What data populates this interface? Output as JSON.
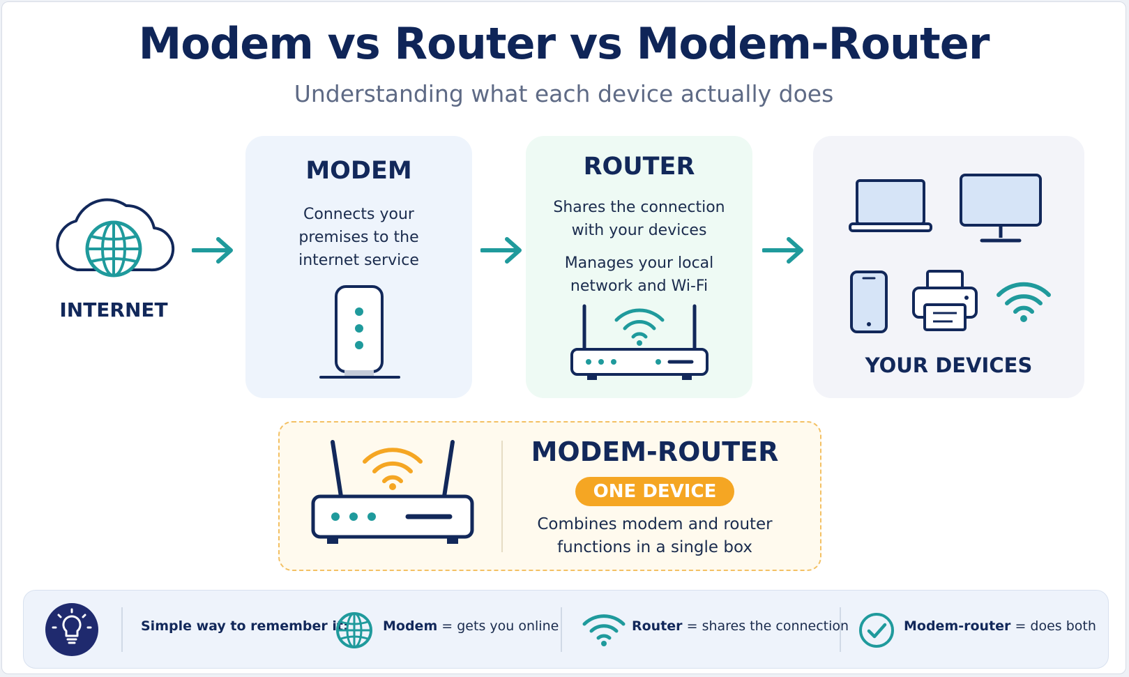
{
  "title": "Modem vs Router vs Modem-Router",
  "subtitle": "Understanding what each device actually does",
  "internet": {
    "label": "INTERNET"
  },
  "modem": {
    "heading": "MODEM",
    "description_lines": [
      "Connects your",
      "premises to the",
      "internet service"
    ]
  },
  "router": {
    "heading": "ROUTER",
    "description_lines": [
      "Shares the connection",
      "with your devices"
    ],
    "description2_lines": [
      "Manages your local",
      "network and Wi-Fi"
    ]
  },
  "devices": {
    "label": "YOUR DEVICES"
  },
  "modem_router": {
    "heading": "MODEM-ROUTER",
    "badge": "ONE DEVICE",
    "description_lines": [
      "Combines modem and router",
      "functions in a single box"
    ]
  },
  "tips": {
    "lead": "Simple way to remember it:",
    "items": [
      {
        "term": "Modem",
        "sep": " = ",
        "meaning": "gets you online"
      },
      {
        "term": "Router",
        "sep": " = ",
        "meaning": "shares the connection"
      },
      {
        "term": "Modem-router",
        "sep": " = ",
        "meaning": "does both"
      }
    ]
  },
  "colors": {
    "navy": "#12285a",
    "teal": "#1f9a9c",
    "orange": "#f5a623",
    "modem_card": "#eef4fc",
    "router_card": "#eefaf4",
    "devices_card": "#f3f4f9",
    "combo_card": "#fffaee"
  }
}
